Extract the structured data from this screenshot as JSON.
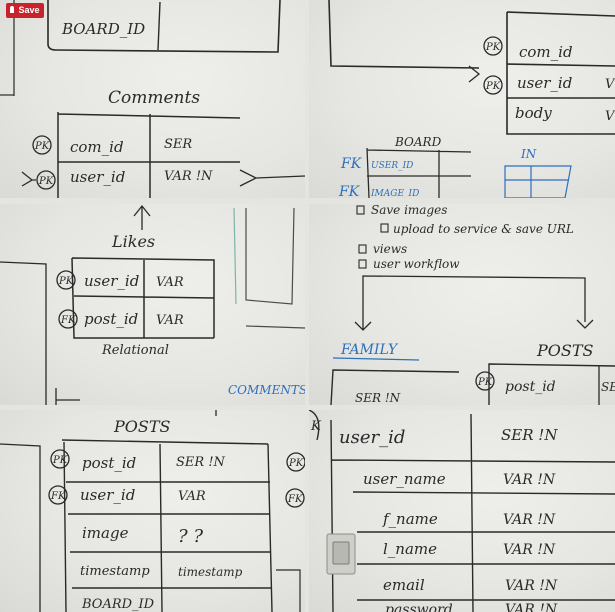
{
  "save_label": "Save",
  "tiles": {
    "t1": {
      "board_id": "BOARD_ID",
      "comments_title": "Comments",
      "rows": [
        {
          "key": "PK",
          "name": "com_id",
          "type": "SER"
        },
        {
          "key": "PK",
          "name": "user_id",
          "type": "VAR !N"
        }
      ]
    },
    "t2": {
      "rows": [
        {
          "key": "PK",
          "name": "com_id",
          "type": ""
        },
        {
          "key": "PK",
          "name": "user_id",
          "type": "V"
        },
        {
          "key": "",
          "name": "body",
          "type": "V"
        }
      ],
      "board_title": "BOARD",
      "fk1": "FK",
      "fk2": "FK",
      "fk_cell1": "USER_ID",
      "fk_cell2": "IMAGE_ID",
      "in_label": "IN"
    },
    "t3": {
      "likes_title": "Likes",
      "rows": [
        {
          "key": "PK",
          "name": "user_id",
          "type": "VAR"
        },
        {
          "key": "FK",
          "name": "post_id",
          "type": "VAR"
        }
      ],
      "relational": "Relational",
      "comments_blue": "COMMENTS"
    },
    "t4": {
      "items": [
        "Save images",
        "upload to service & save URL",
        "views",
        "user workflow"
      ],
      "family": "FAMILY",
      "posts_title": "POSTS",
      "pk": "PK",
      "post_id": "post_id",
      "ser": "SE",
      "ser_in": "SER !N"
    },
    "t5": {
      "posts_title": "POSTS",
      "rows": [
        {
          "key": "PK",
          "name": "post_id",
          "type": "SER !N"
        },
        {
          "key": "FK",
          "name": "user_id",
          "type": "VAR"
        },
        {
          "key": "",
          "name": "image",
          "type": "? ?"
        },
        {
          "key": "",
          "name": "timestamp",
          "type": "timestamp"
        },
        {
          "key": "",
          "name": "BOARD_ID",
          "type": ""
        }
      ],
      "edge_pk": "PK",
      "edge_fk": "FK"
    },
    "t6": {
      "rows": [
        {
          "name": "user_id",
          "type": "SER !N"
        },
        {
          "name": "user_name",
          "type": "VAR !N"
        },
        {
          "name": "f_name",
          "type": "VAR !N"
        },
        {
          "name": "l_name",
          "type": "VAR !N"
        },
        {
          "name": "email",
          "type": "VAR !N"
        },
        {
          "name": "password",
          "type": "VAR !N"
        }
      ],
      "edge_k": "K"
    }
  }
}
